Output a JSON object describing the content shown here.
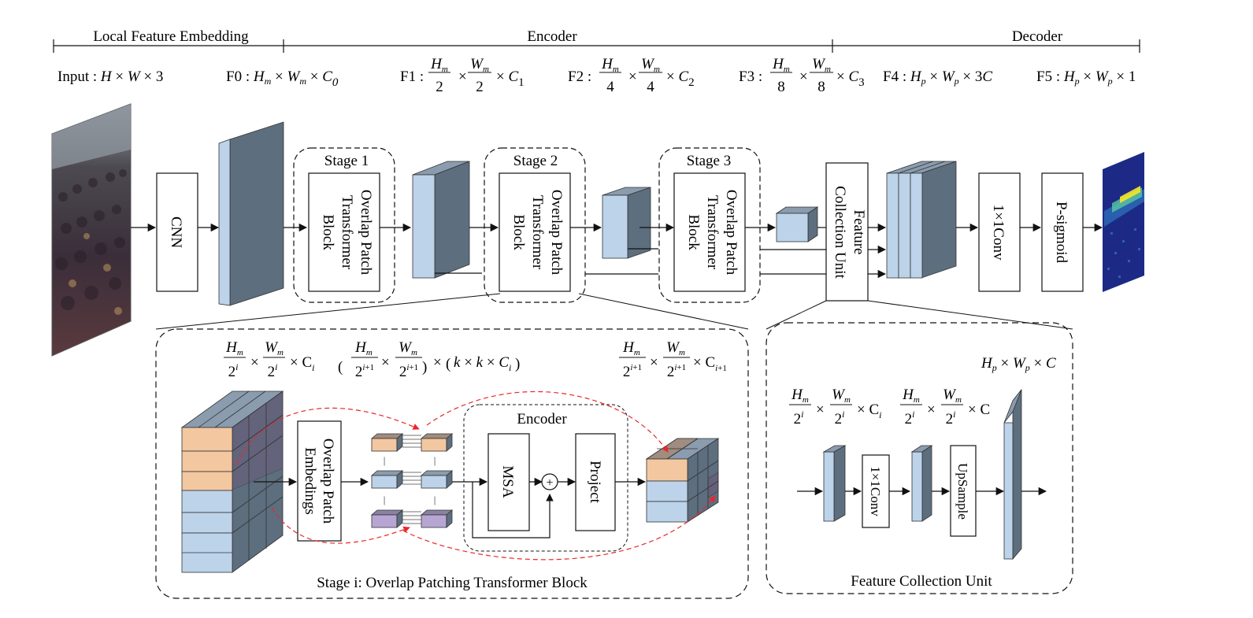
{
  "sections": {
    "local_feature_embedding": "Local Feature Embedding",
    "encoder": "Encoder",
    "decoder": "Decoder"
  },
  "dims": {
    "input": "Input : H × W × 3",
    "f0": "F0 : Hm × Wm × C0",
    "f1": "F1 : Hm/2 × Wm/2 × C1",
    "f2": "F2 : Hm/4 × Wm/4 × C2",
    "f3": "F3 : Hm/8 × Wm/8 × C3",
    "f4": "F4 : Hp × Wp × 3C",
    "f5": "F5 : Hp × Wp × 1"
  },
  "blocks": {
    "cnn": "CNN",
    "stage1": "Stage 1",
    "stage2": "Stage 2",
    "stage3": "Stage 3",
    "opt_line1": "Overlap Patch",
    "opt_line2": "Transformer",
    "opt_line3": "Block",
    "fcu_line1": "Feature",
    "fcu_line2": "Collection Unit",
    "conv1x1": "1×1Conv",
    "psigmoid": "P-sigmoid"
  },
  "detail_stage": {
    "caption": "Stage i: Overlap Patching Transformer Block",
    "dim_in": "Hm/2^i × Wm/2^i × Ci",
    "dim_patch": "(Hm/2^(i+1) × Wm/2^(i+1)) × (k × k × Ci)",
    "dim_out": "Hm/2^(i+1) × Wm/2^(i+1) × Ci+1",
    "ope_line1": "Overlap Patch",
    "ope_line2": "Embedings",
    "encoder_label": "Encoder",
    "msa": "MSA",
    "plus": "+",
    "project": "Project",
    "dots": "|"
  },
  "detail_fcu": {
    "caption": "Feature Collection Unit",
    "dim_out": "Hp × Wp × C",
    "dim_in": "Hm/2^i × Wm/2^i × Ci",
    "dim_mid": "Hm/2^i × Wm/2^i × C",
    "conv1x1": "1×1Conv",
    "upsample": "UpSample"
  },
  "colors": {
    "feature_front": "#bcd3ea",
    "feature_side": "#5c6f80",
    "feature_top": "#8a9cae",
    "patch_orange": "#f3c7a0",
    "patch_blue": "#bcd3ea",
    "patch_purple": "#b7a6d4",
    "redline": "#e8282b",
    "heatmap_bg": "#1c2a86",
    "heatmap_hot": "#f5e72a"
  }
}
